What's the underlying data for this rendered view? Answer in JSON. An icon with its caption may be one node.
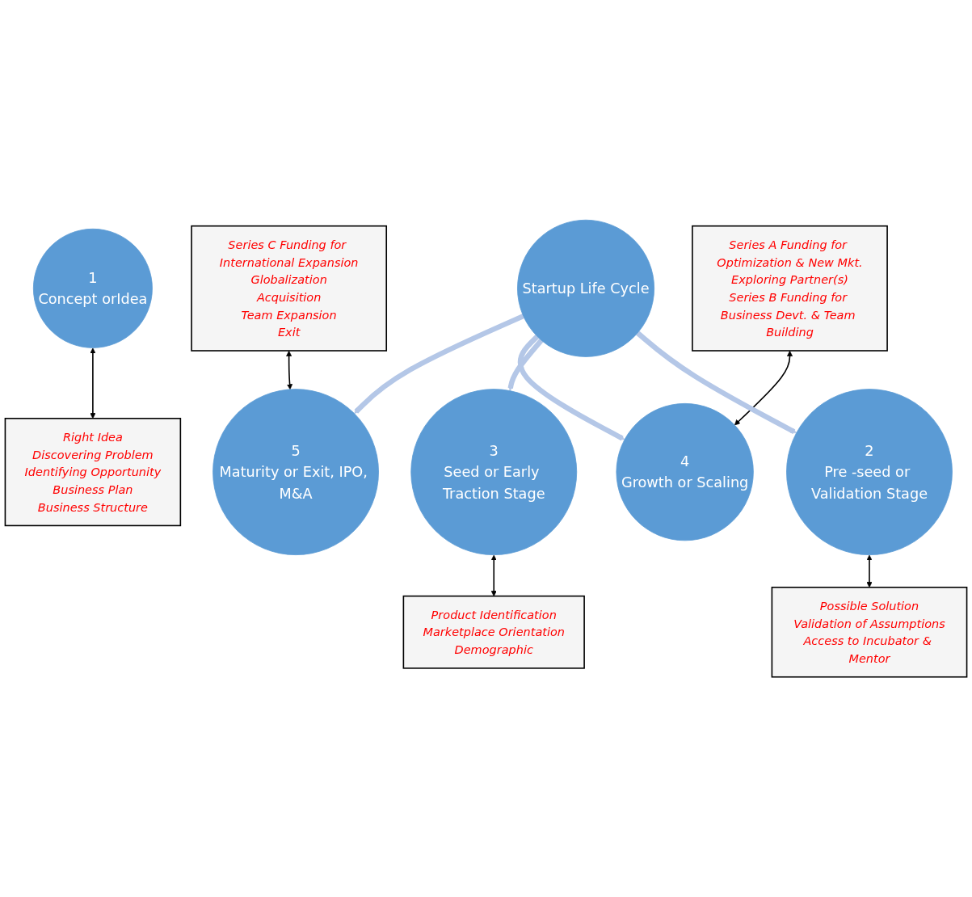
{
  "diagram": {
    "nodes": [
      {
        "text": [
          "Series C Funding for International Expansion",
          "Globalization",
          "Acquisition",
          "Team Expansion",
          "Exit"
        ]
      },
      {
        "text": [
          "1",
          "Concept orIdea"
        ]
      },
      {
        "text": [
          "Right Idea",
          "Discovering Problem",
          "Identifying Opportunity",
          "Business Plan",
          "Business Structure"
        ]
      },
      {
        "text": [
          "2",
          "Pre -seed or Validation Stage"
        ]
      },
      {
        "text": [
          "Possible Solution",
          "Validation of Assumptions",
          "Access to Incubator & Mentor"
        ]
      },
      {
        "text": [
          "Startup Life Cycle"
        ]
      },
      {
        "text": [
          "Product Identification",
          "Marketplace Orientation",
          "Demographic"
        ]
      },
      {
        "text": [
          "5",
          "Maturity or Exit, IPO, M&A"
        ]
      },
      {
        "text": [
          "Series A Funding for Optimization & New Mkt.",
          "Exploring Partner(s)",
          "Series B Funding for Business Devt. & Team Building"
        ]
      },
      {
        "text": [
          "4",
          "Growth or Scaling"
        ]
      },
      {
        "text": [
          "3",
          "Seed or Early Traction Stage"
        ]
      }
    ],
    "edges": [
      {
        "from": 0,
        "to": 7,
        "arrow": "both"
      },
      {
        "from": 1,
        "to": 2,
        "arrow": "both"
      },
      {
        "from": 3,
        "to": 4,
        "arrow": "both"
      },
      {
        "from": 10,
        "to": 6,
        "arrow": "both"
      },
      {
        "from": 8,
        "to": 9,
        "arrow": "both"
      },
      {
        "from": 5,
        "to": 3,
        "arrow": "to",
        "style": "thick",
        "color": "#b4c7e7"
      },
      {
        "from": 5,
        "to": 10,
        "arrow": "to",
        "style": "thick",
        "color": "#b4c7e7"
      },
      {
        "from": 5,
        "to": 9,
        "arrow": "to",
        "style": "thick",
        "color": "#b4c7e7"
      },
      {
        "from": 5,
        "to": 7,
        "arrow": "to",
        "style": "thick",
        "color": "#b4c7e7"
      }
    ]
  }
}
